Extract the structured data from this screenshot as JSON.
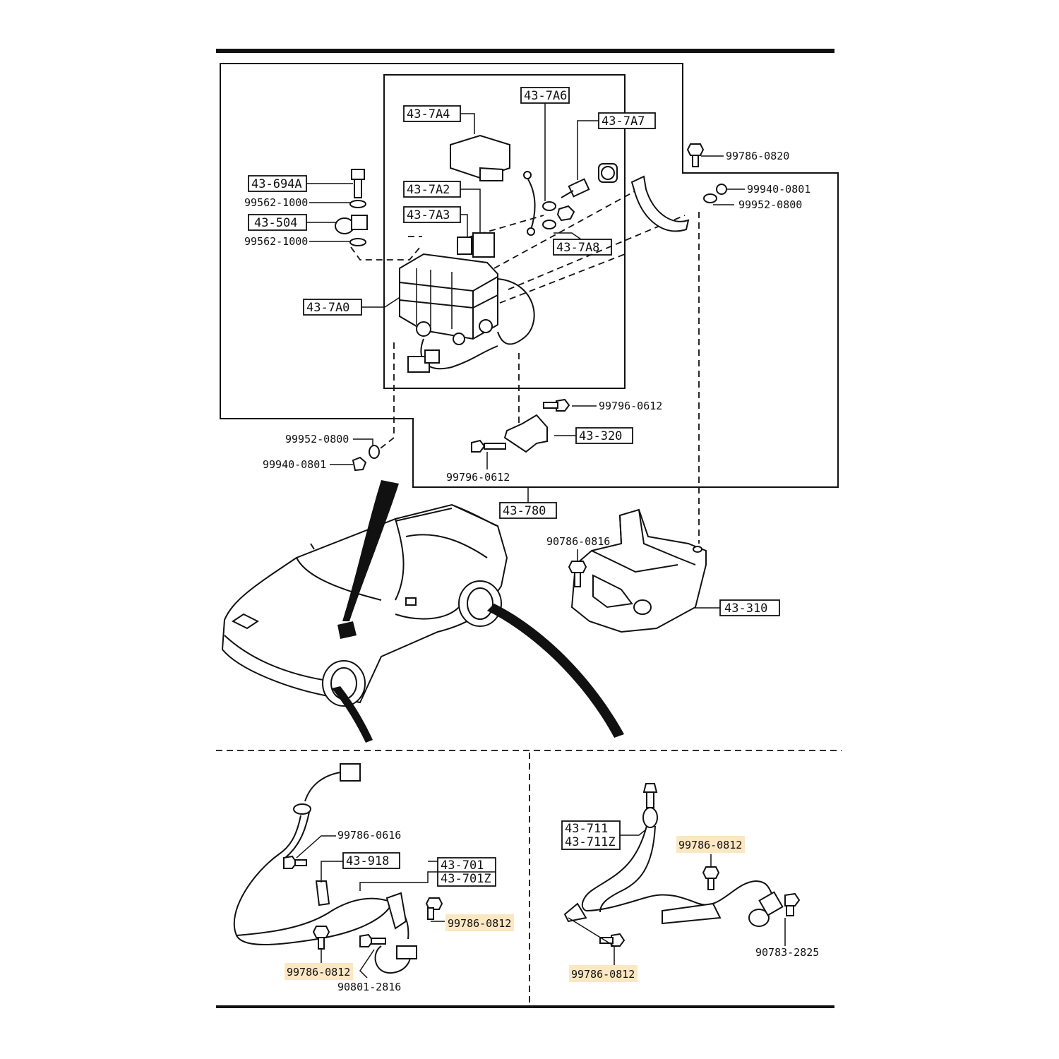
{
  "labels": {
    "p_43_7A6": "43-7A6",
    "p_43_7A4": "43-7A4",
    "p_43_7A7": "43-7A7",
    "p_99786_0820": "99786-0820",
    "p_43_694A": "43-694A",
    "p_99562_1000_a": "99562-1000",
    "p_43_7A2": "43-7A2",
    "p_99940_0801_a": "99940-0801",
    "p_99952_0800_a": "99952-0800",
    "p_43_504": "43-504",
    "p_43_7A3": "43-7A3",
    "p_99562_1000_b": "99562-1000",
    "p_43_7A8": "43-7A8",
    "p_43_7A0": "43-7A0",
    "p_99796_0612_a": "99796-0612",
    "p_99952_0800_b": "99952-0800",
    "p_43_320": "43-320",
    "p_99940_0801_b": "99940-0801",
    "p_99796_0612_b": "99796-0612",
    "p_43_780": "43-780",
    "p_90786_0816": "90786-0816",
    "p_43_310": "43-310",
    "p_99786_0616": "99786-0616",
    "p_43_918": "43-918",
    "p_43_701": "43-701",
    "p_43_701Z": "43-701Z",
    "p_99786_0812_a": "99786-0812",
    "p_99786_0812_b": "99786-0812",
    "p_90801_2816": "90801-2816",
    "p_43_711": "43-711",
    "p_43_711Z": "43-711Z",
    "p_99786_0812_c": "99786-0812",
    "p_99786_0812_d": "99786-0812",
    "p_90783_2825": "90783-2825"
  },
  "colors": {
    "ink": "#111111",
    "highlight": "#fbe7c2",
    "background": "#ffffff"
  }
}
